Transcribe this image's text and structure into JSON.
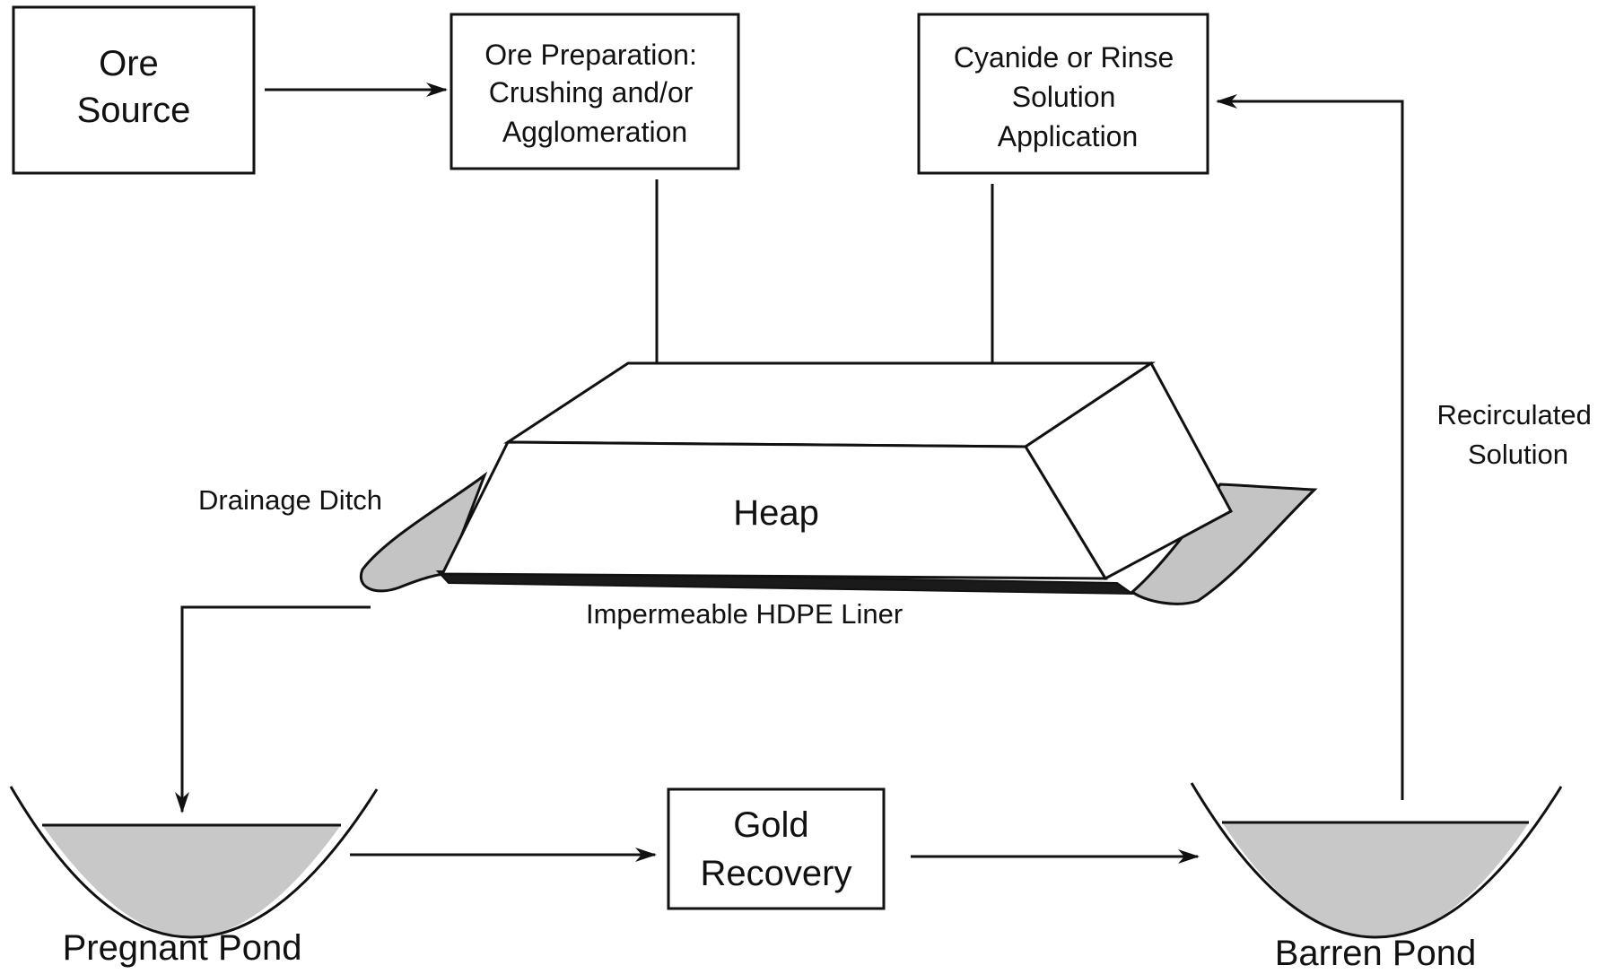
{
  "diagram": {
    "ore_source": [
      "Ore",
      "Source"
    ],
    "ore_preparation": [
      "Ore Preparation:",
      "Crushing and/or",
      "Agglomeration"
    ],
    "solution_application": [
      "Cyanide or Rinse",
      "Solution",
      "Application"
    ],
    "heap": "Heap",
    "drainage_ditch": "Drainage Ditch",
    "liner": "Impermeable HDPE Liner",
    "recirculated": [
      "Recirculated",
      "Solution"
    ],
    "pregnant_pond": "Pregnant Pond",
    "gold_recovery": [
      "Gold",
      "Recovery"
    ],
    "barren_pond": "Barren Pond"
  },
  "colors": {
    "line": "#111111",
    "pond_fill": "#c8c8c8",
    "ditch_fill": "#c4c4c4",
    "liner_fill": "#1a1a1a"
  }
}
